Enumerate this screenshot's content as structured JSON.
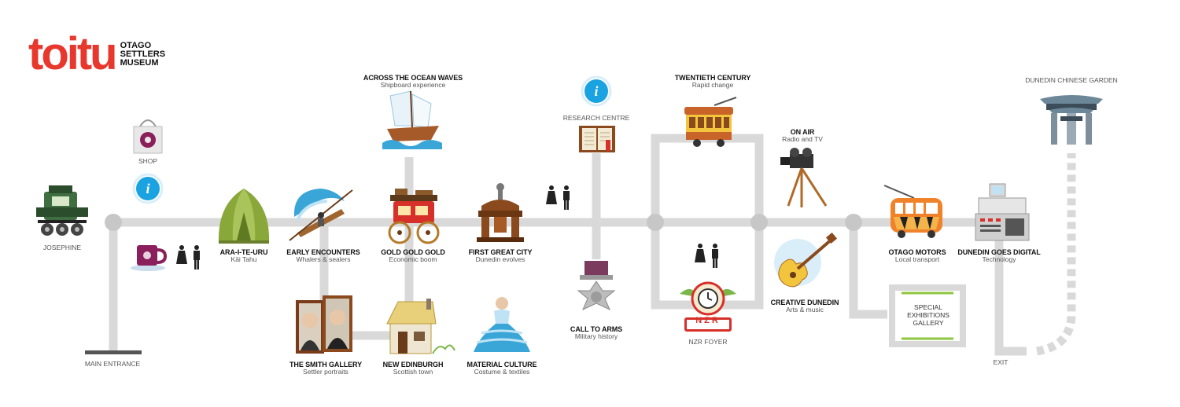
{
  "logo": {
    "word": "toitu",
    "lines": [
      "OTAGO",
      "SETTLERS",
      "MUSEUM"
    ]
  },
  "colors": {
    "path": "#d9d9d9",
    "node": "#c7c7c7",
    "accent_red": "#e8372c",
    "info_blue": "#1aa3e0",
    "gallery_green": "#8dc63f",
    "shop_purple": "#8a1f5c"
  },
  "stops": {
    "josephine": {
      "title": "JOSEPHINE"
    },
    "shop": {
      "title": "SHOP"
    },
    "main_entrance": {
      "title": "MAIN ENTRANCE"
    },
    "ara_i_te_uru": {
      "title": "ARA-I-TE-URU",
      "subtitle": "Kāi Tahu"
    },
    "early_encounters": {
      "title": "EARLY ENCOUNTERS",
      "subtitle": "Whalers & sealers"
    },
    "across_ocean": {
      "title": "ACROSS THE OCEAN WAVES",
      "subtitle": "Shipboard experience"
    },
    "gold": {
      "title": "GOLD GOLD GOLD",
      "subtitle": "Economic boom"
    },
    "first_city": {
      "title": "FIRST GREAT CITY",
      "subtitle": "Dunedin evolves"
    },
    "smith_gallery": {
      "title": "THE SMITH GALLERY",
      "subtitle": "Settler portraits"
    },
    "new_edinburgh": {
      "title": "NEW EDINBURGH",
      "subtitle": "Scottish town"
    },
    "material_culture": {
      "title": "MATERIAL CULTURE",
      "subtitle": "Costume & textiles"
    },
    "research_centre": {
      "title": "RESEARCH CENTRE"
    },
    "call_to_arms": {
      "title": "CALL TO ARMS",
      "subtitle": "Military history"
    },
    "twentieth_century": {
      "title": "TWENTIETH CENTURY",
      "subtitle": "Rapid change"
    },
    "nzr_foyer": {
      "title": "NZR FOYER",
      "sign": "NZR"
    },
    "on_air": {
      "title": "ON AIR",
      "subtitle": "Radio and TV"
    },
    "creative_dunedin": {
      "title": "CREATIVE DUNEDIN",
      "subtitle": "Arts & music"
    },
    "otago_motors": {
      "title": "OTAGO MOTORS",
      "subtitle": "Local transport"
    },
    "dunedin_digital": {
      "title": "DUNEDIN GOES DIGITAL",
      "subtitle": "Technology"
    },
    "special_exhibitions": {
      "lines": [
        "SPECIAL",
        "EXHIBITIONS",
        "GALLERY"
      ]
    },
    "chinese_garden": {
      "title": "DUNEDIN CHINESE GARDEN"
    },
    "exit": {
      "title": "EXIT"
    }
  }
}
